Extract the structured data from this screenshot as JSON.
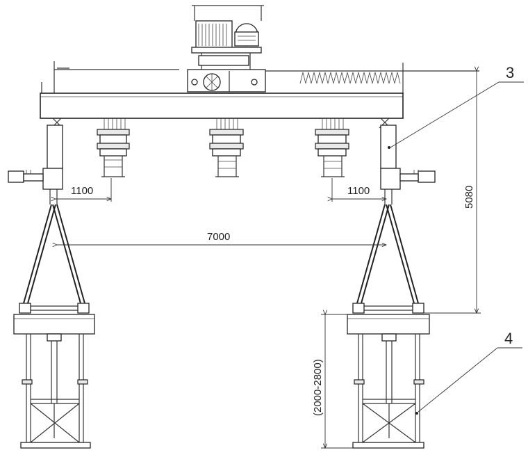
{
  "dimensions": {
    "left_offset": "1100",
    "right_offset": "1100",
    "span": "7000",
    "height": "5080",
    "adjust_range": "(2000-2800)"
  },
  "callouts": {
    "part_3": "3",
    "part_4": "4"
  }
}
